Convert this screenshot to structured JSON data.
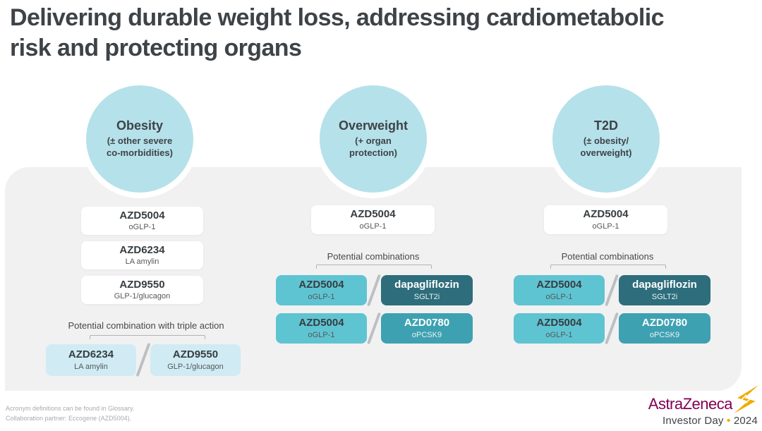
{
  "title": "Delivering durable weight loss, addressing cardiometabolic\nrisk and protecting organs",
  "columns": [
    {
      "circle": {
        "title": "Obesity",
        "subtitle": "(± other severe\nco-morbidities)"
      },
      "pipeline": [
        {
          "name": "AZD5004",
          "mechanism": "oGLP-1"
        },
        {
          "name": "AZD6234",
          "mechanism": "LA amylin"
        },
        {
          "name": "AZD9550",
          "mechanism": "GLP-1/glucagon"
        }
      ],
      "combo_label": "Potential combination with triple action",
      "combo_rows": [
        {
          "left": {
            "name": "AZD6234",
            "mechanism": "LA amylin"
          },
          "right": {
            "name": "AZD9550",
            "mechanism": "GLP-1/glucagon"
          }
        }
      ]
    },
    {
      "circle": {
        "title": "Overweight",
        "subtitle": "(+ organ\nprotection)"
      },
      "pipeline": [
        {
          "name": "AZD5004",
          "mechanism": "oGLP-1"
        }
      ],
      "combo_label": "Potential combinations",
      "combo_rows": [
        {
          "left": {
            "name": "AZD5004",
            "mechanism": "oGLP-1"
          },
          "right": {
            "name": "dapagliflozin",
            "mechanism": "SGLT2i"
          }
        },
        {
          "left": {
            "name": "AZD5004",
            "mechanism": "oGLP-1"
          },
          "right": {
            "name": "AZD0780",
            "mechanism": "oPCSK9"
          }
        }
      ]
    },
    {
      "circle": {
        "title": "T2D",
        "subtitle": "(± obesity/\noverweight)"
      },
      "pipeline": [
        {
          "name": "AZD5004",
          "mechanism": "oGLP-1"
        }
      ],
      "combo_label": "Potential combinations",
      "combo_rows": [
        {
          "left": {
            "name": "AZD5004",
            "mechanism": "oGLP-1"
          },
          "right": {
            "name": "dapagliflozin",
            "mechanism": "SGLT2i"
          }
        },
        {
          "left": {
            "name": "AZD5004",
            "mechanism": "oGLP-1"
          },
          "right": {
            "name": "AZD0780",
            "mechanism": "oPCSK9"
          }
        }
      ]
    }
  ],
  "footer": {
    "note1": "Acronym definitions can be found in Glossary.",
    "note2": "Collaboration partner: Eccogene (AZD5004).",
    "logo_text": "AstraZeneca",
    "event": "Investor Day",
    "bullet": "•",
    "year": "2024"
  },
  "colors": {
    "circle_fill": "#b5e1ea",
    "panel_gray": "#f1f1f2",
    "combo_light": "#d0ebf3",
    "combo_teal": "#5fc4d1",
    "combo_teal_mid_dark": "#3ea1b2",
    "combo_teal_dark": "#2d6d7c",
    "text_dark": "#3e4347",
    "brand_magenta": "#830051",
    "brand_gold": "#F0AB00"
  }
}
